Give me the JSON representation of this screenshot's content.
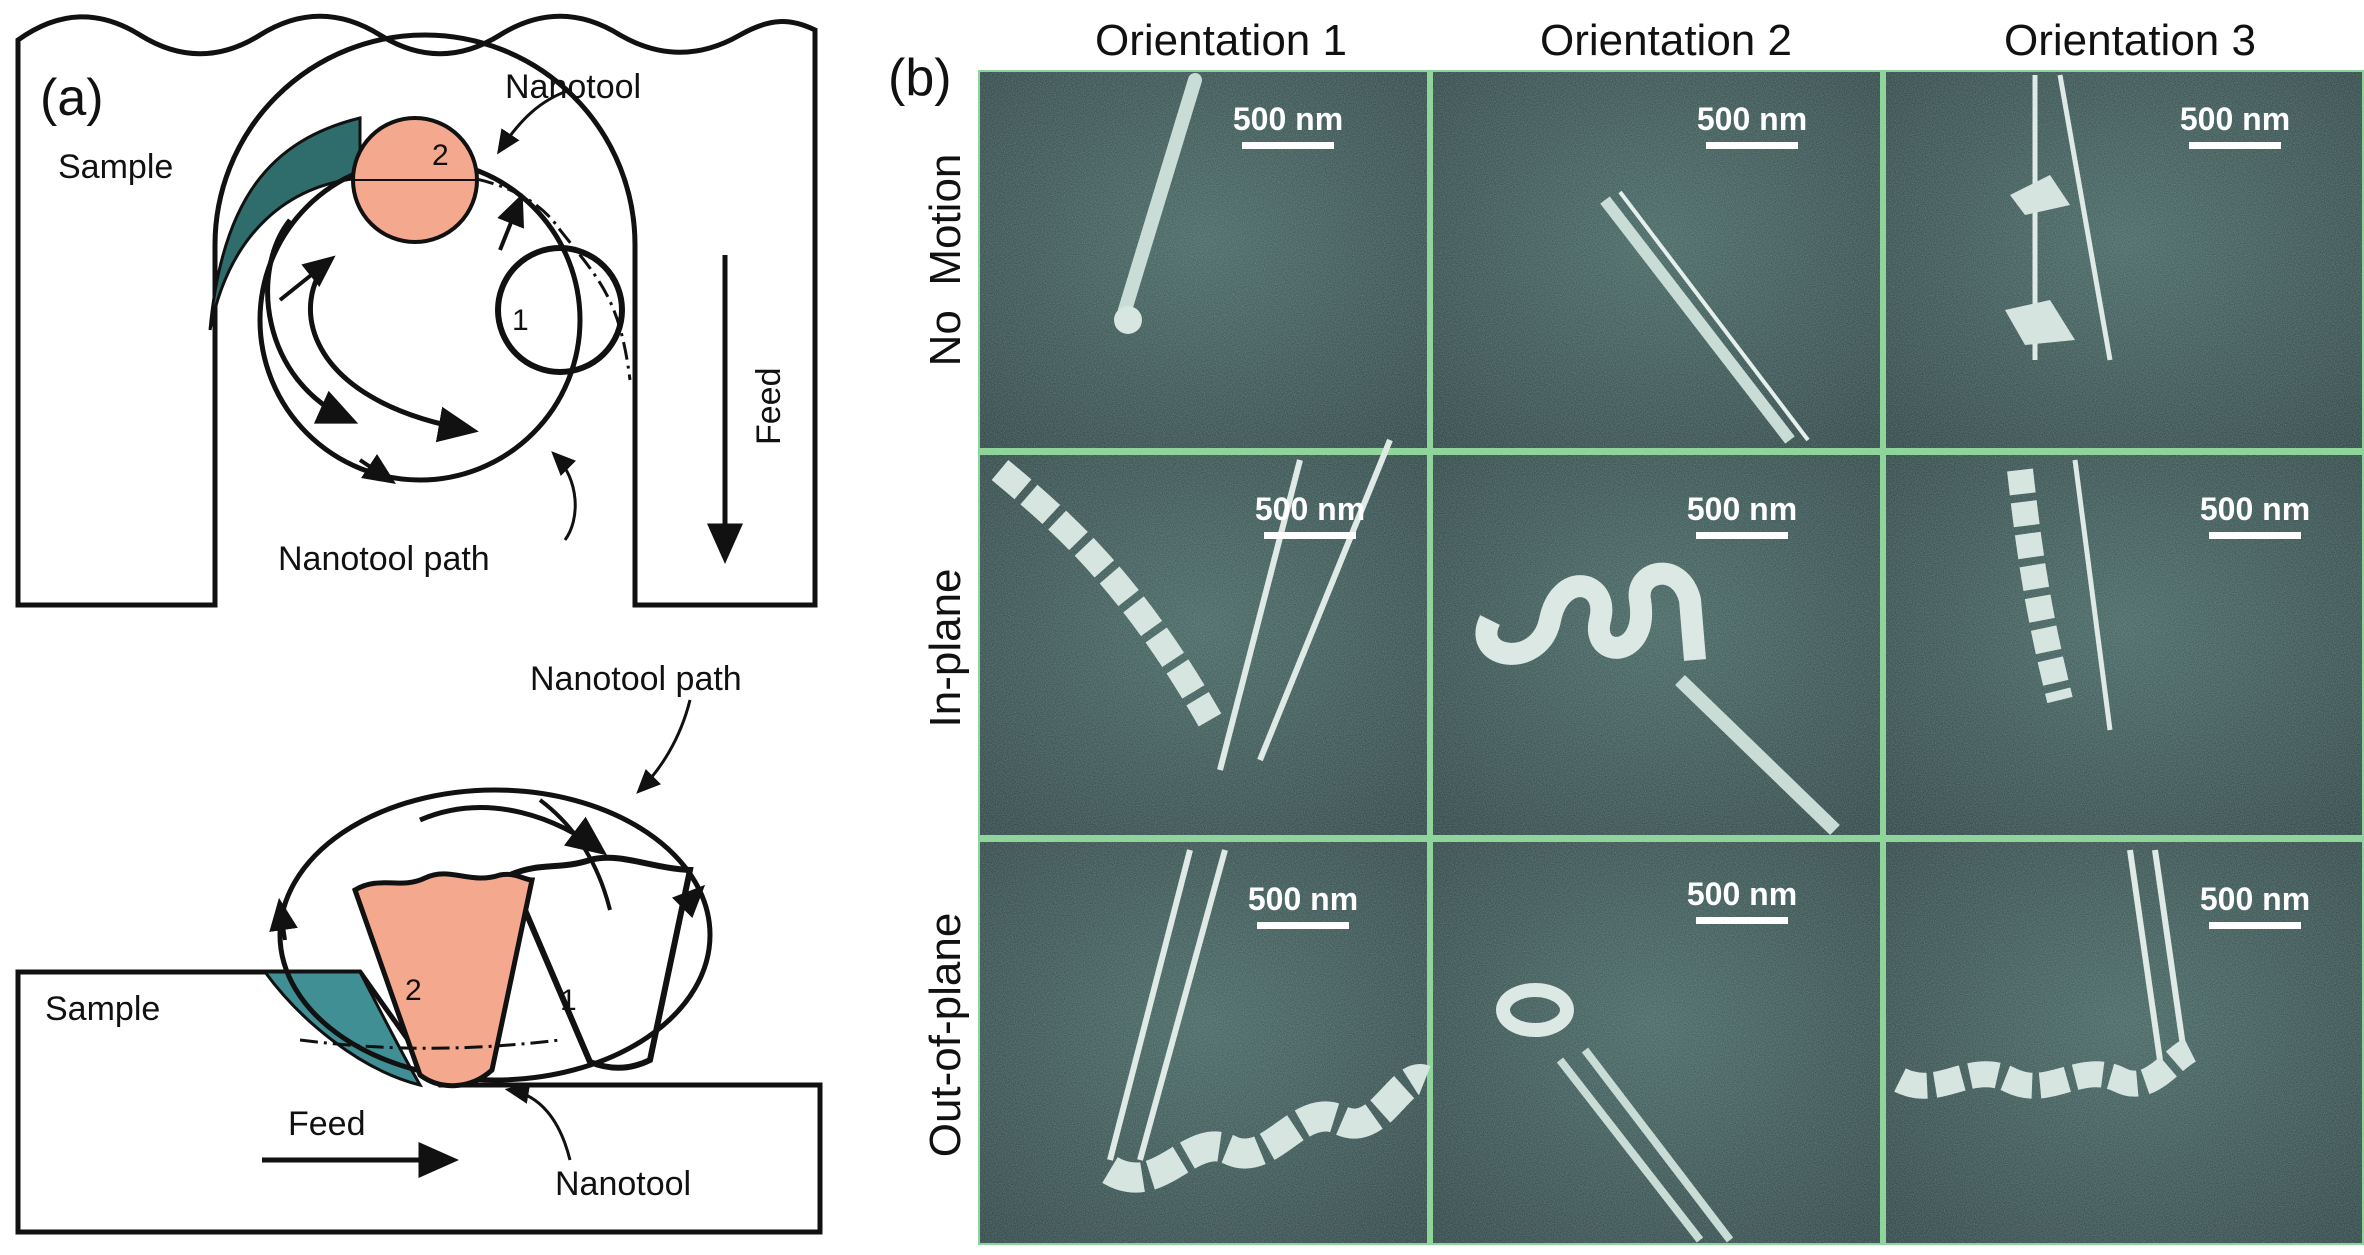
{
  "panel_a": {
    "label": "(a)",
    "top": {
      "sample": "Sample",
      "nanotool": "Nanotool",
      "nanotool_path": "Nanotool path",
      "feed": "Feed",
      "pos1": "1",
      "pos2": "2"
    },
    "bottom": {
      "sample": "Sample",
      "nanotool": "Nanotool",
      "nanotool_path": "Nanotool path",
      "feed": "Feed",
      "pos1": "1",
      "pos2": "2"
    }
  },
  "panel_b": {
    "label": "(b)",
    "columns": [
      "Orientation 1",
      "Orientation 2",
      "Orientation 3"
    ],
    "rows": [
      "No  Motion",
      "In-plane",
      "Out-of-plane"
    ],
    "scale_bar": "500 nm"
  },
  "colors": {
    "nanotool_fill": "#f4a88e",
    "chip_fill": "#2f6d6d",
    "chip_fill_light": "#3f8f95",
    "sem_bg": "#2e4b49",
    "grid_line": "#8fd49a"
  }
}
